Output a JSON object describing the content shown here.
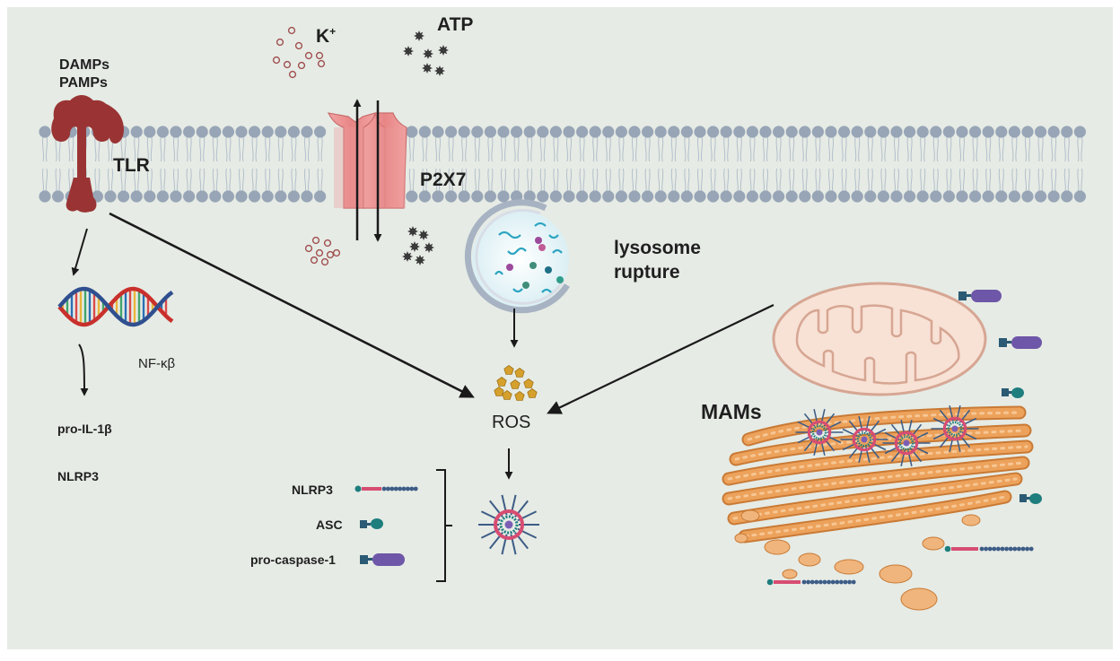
{
  "labels": {
    "damps": "DAMPs",
    "pamps": "PAMPs",
    "tlr": "TLR",
    "k_ion": "K",
    "k_sup": "+",
    "atp": "ATP",
    "p2x7": "P2X7",
    "lysosome_1": "lysosome",
    "lysosome_2": "rupture",
    "nfkb": "NF-κβ",
    "pro_il1b": "pro-IL-1β",
    "nlrp3_left": "NLRP3",
    "ros": "ROS",
    "mams": "MAMs",
    "legend_nlrp3": "NLRP3",
    "legend_asc": "ASC",
    "legend_procaspase": "pro-caspase-1"
  },
  "colors": {
    "background": "#e6ebe5",
    "membrane_head": "#97a5b6",
    "tlr": "#9a3434",
    "channel": "#eb8f8f",
    "mito": "#f8e1d5",
    "er": "#eda25b",
    "ros": "#d6a02d",
    "nlrp3_pink": "#d74d72",
    "nlrp3_blue": "#3d5c86",
    "asc_teal": "#1e7d7d",
    "caspase_purple": "#6e56a8"
  }
}
